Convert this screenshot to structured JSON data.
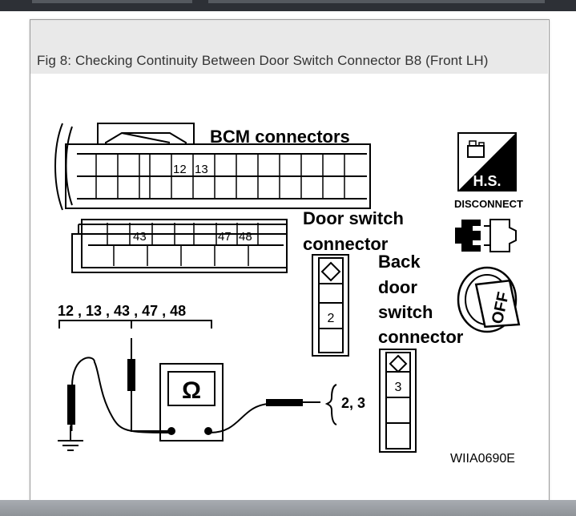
{
  "caption": "Fig 8: Checking Continuity Between Door Switch Connector B8 (Front LH)",
  "labels": {
    "bcm_connectors": "BCM connectors",
    "door_switch_line1": "Door switch",
    "door_switch_line2": "connector",
    "back_door_line1": "Back",
    "back_door_line2": "door",
    "back_door_line3": "switch",
    "back_door_line4": "connector",
    "bcm_pins_list": "12 , 13 , 43 , 47 , 48",
    "switch_pins_list": "2, 3",
    "ohm_symbol": "Ω",
    "figure_code": "WIIA0690E"
  },
  "pins": {
    "bcm_upper_a": "12",
    "bcm_upper_b": "13",
    "bcm_lower_a": "43",
    "bcm_lower_b": "47",
    "bcm_lower_c": "48",
    "door_switch": "2",
    "back_door_switch": "3"
  },
  "icons": {
    "hs_text": "H.S.",
    "disconnect_text": "DISCONNECT",
    "off_text": "OFF"
  }
}
